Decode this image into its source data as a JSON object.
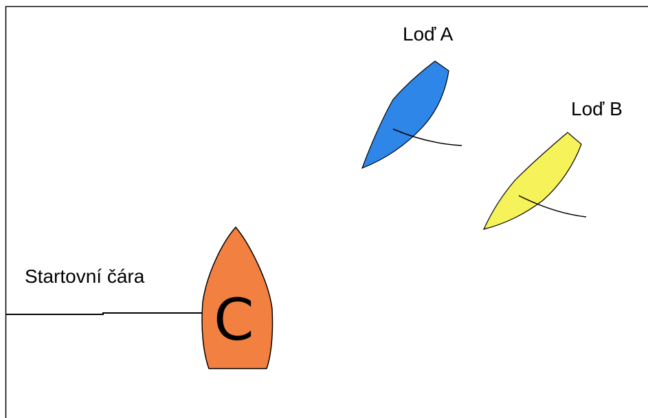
{
  "labels": {
    "boat_a": "Loď A",
    "boat_b": "Loď B",
    "start_line": "Startovní čára",
    "boat_c_letter": "C"
  },
  "colors": {
    "boat_a": "#2e86e8",
    "boat_b": "#f5f25a",
    "boat_c": "#f28040",
    "outline": "#000000",
    "frame": "#000000",
    "background": "#ffffff"
  }
}
